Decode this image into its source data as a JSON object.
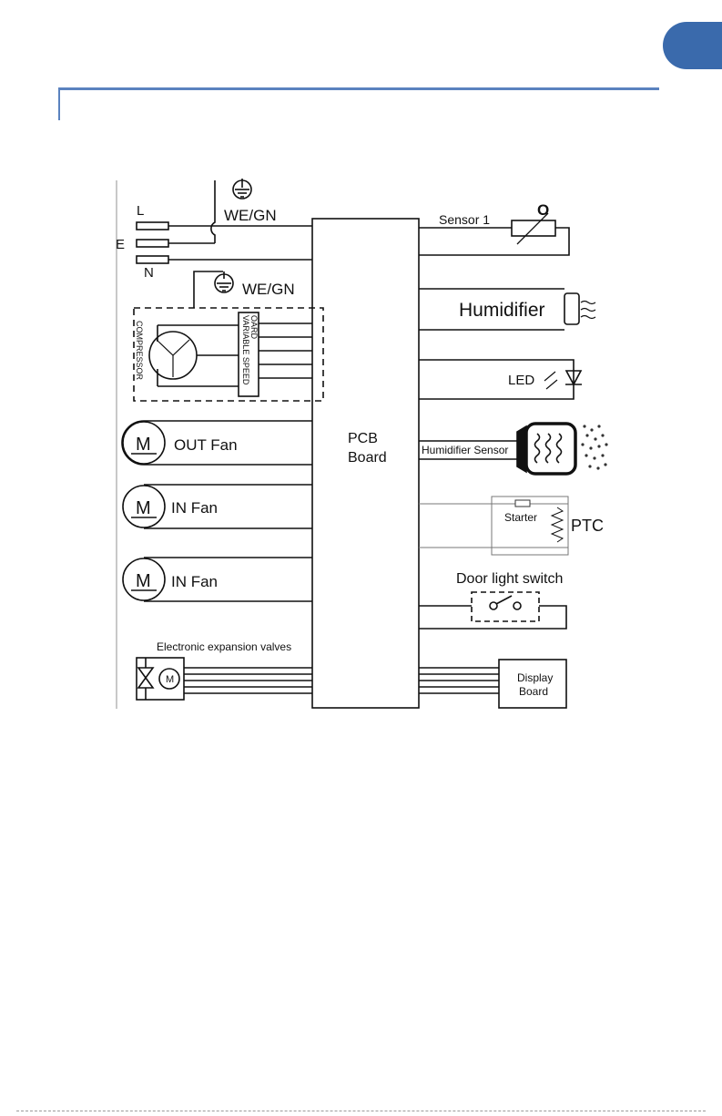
{
  "diagram": {
    "left_side": {
      "L": "L",
      "E": "E",
      "N": "N",
      "ground_1": "WE/GN",
      "ground_2": "WE/GN",
      "compressor": "COMPRESSOR",
      "vsb_line1": "VARIABLE SPEED",
      "vsb_line2": "OARD",
      "motor": "M",
      "out_fan": "OUT  Fan",
      "in_fan_1": "IN  Fan",
      "in_fan_2": "IN  Fan",
      "eev": "Electronic expansion valves"
    },
    "pcb": {
      "line1": "PCB",
      "line2": "Board"
    },
    "right_side": {
      "sensor1": "Sensor  1",
      "sensor_symbol": "O",
      "humidifier": "Humidifier",
      "led": "LED",
      "humidifier_sensor": "Humidifier Sensor",
      "starter": "Starter",
      "ptc": "PTC",
      "door_switch": "Door light switch",
      "display_line1": "Display",
      "display_line2": "Board"
    }
  }
}
